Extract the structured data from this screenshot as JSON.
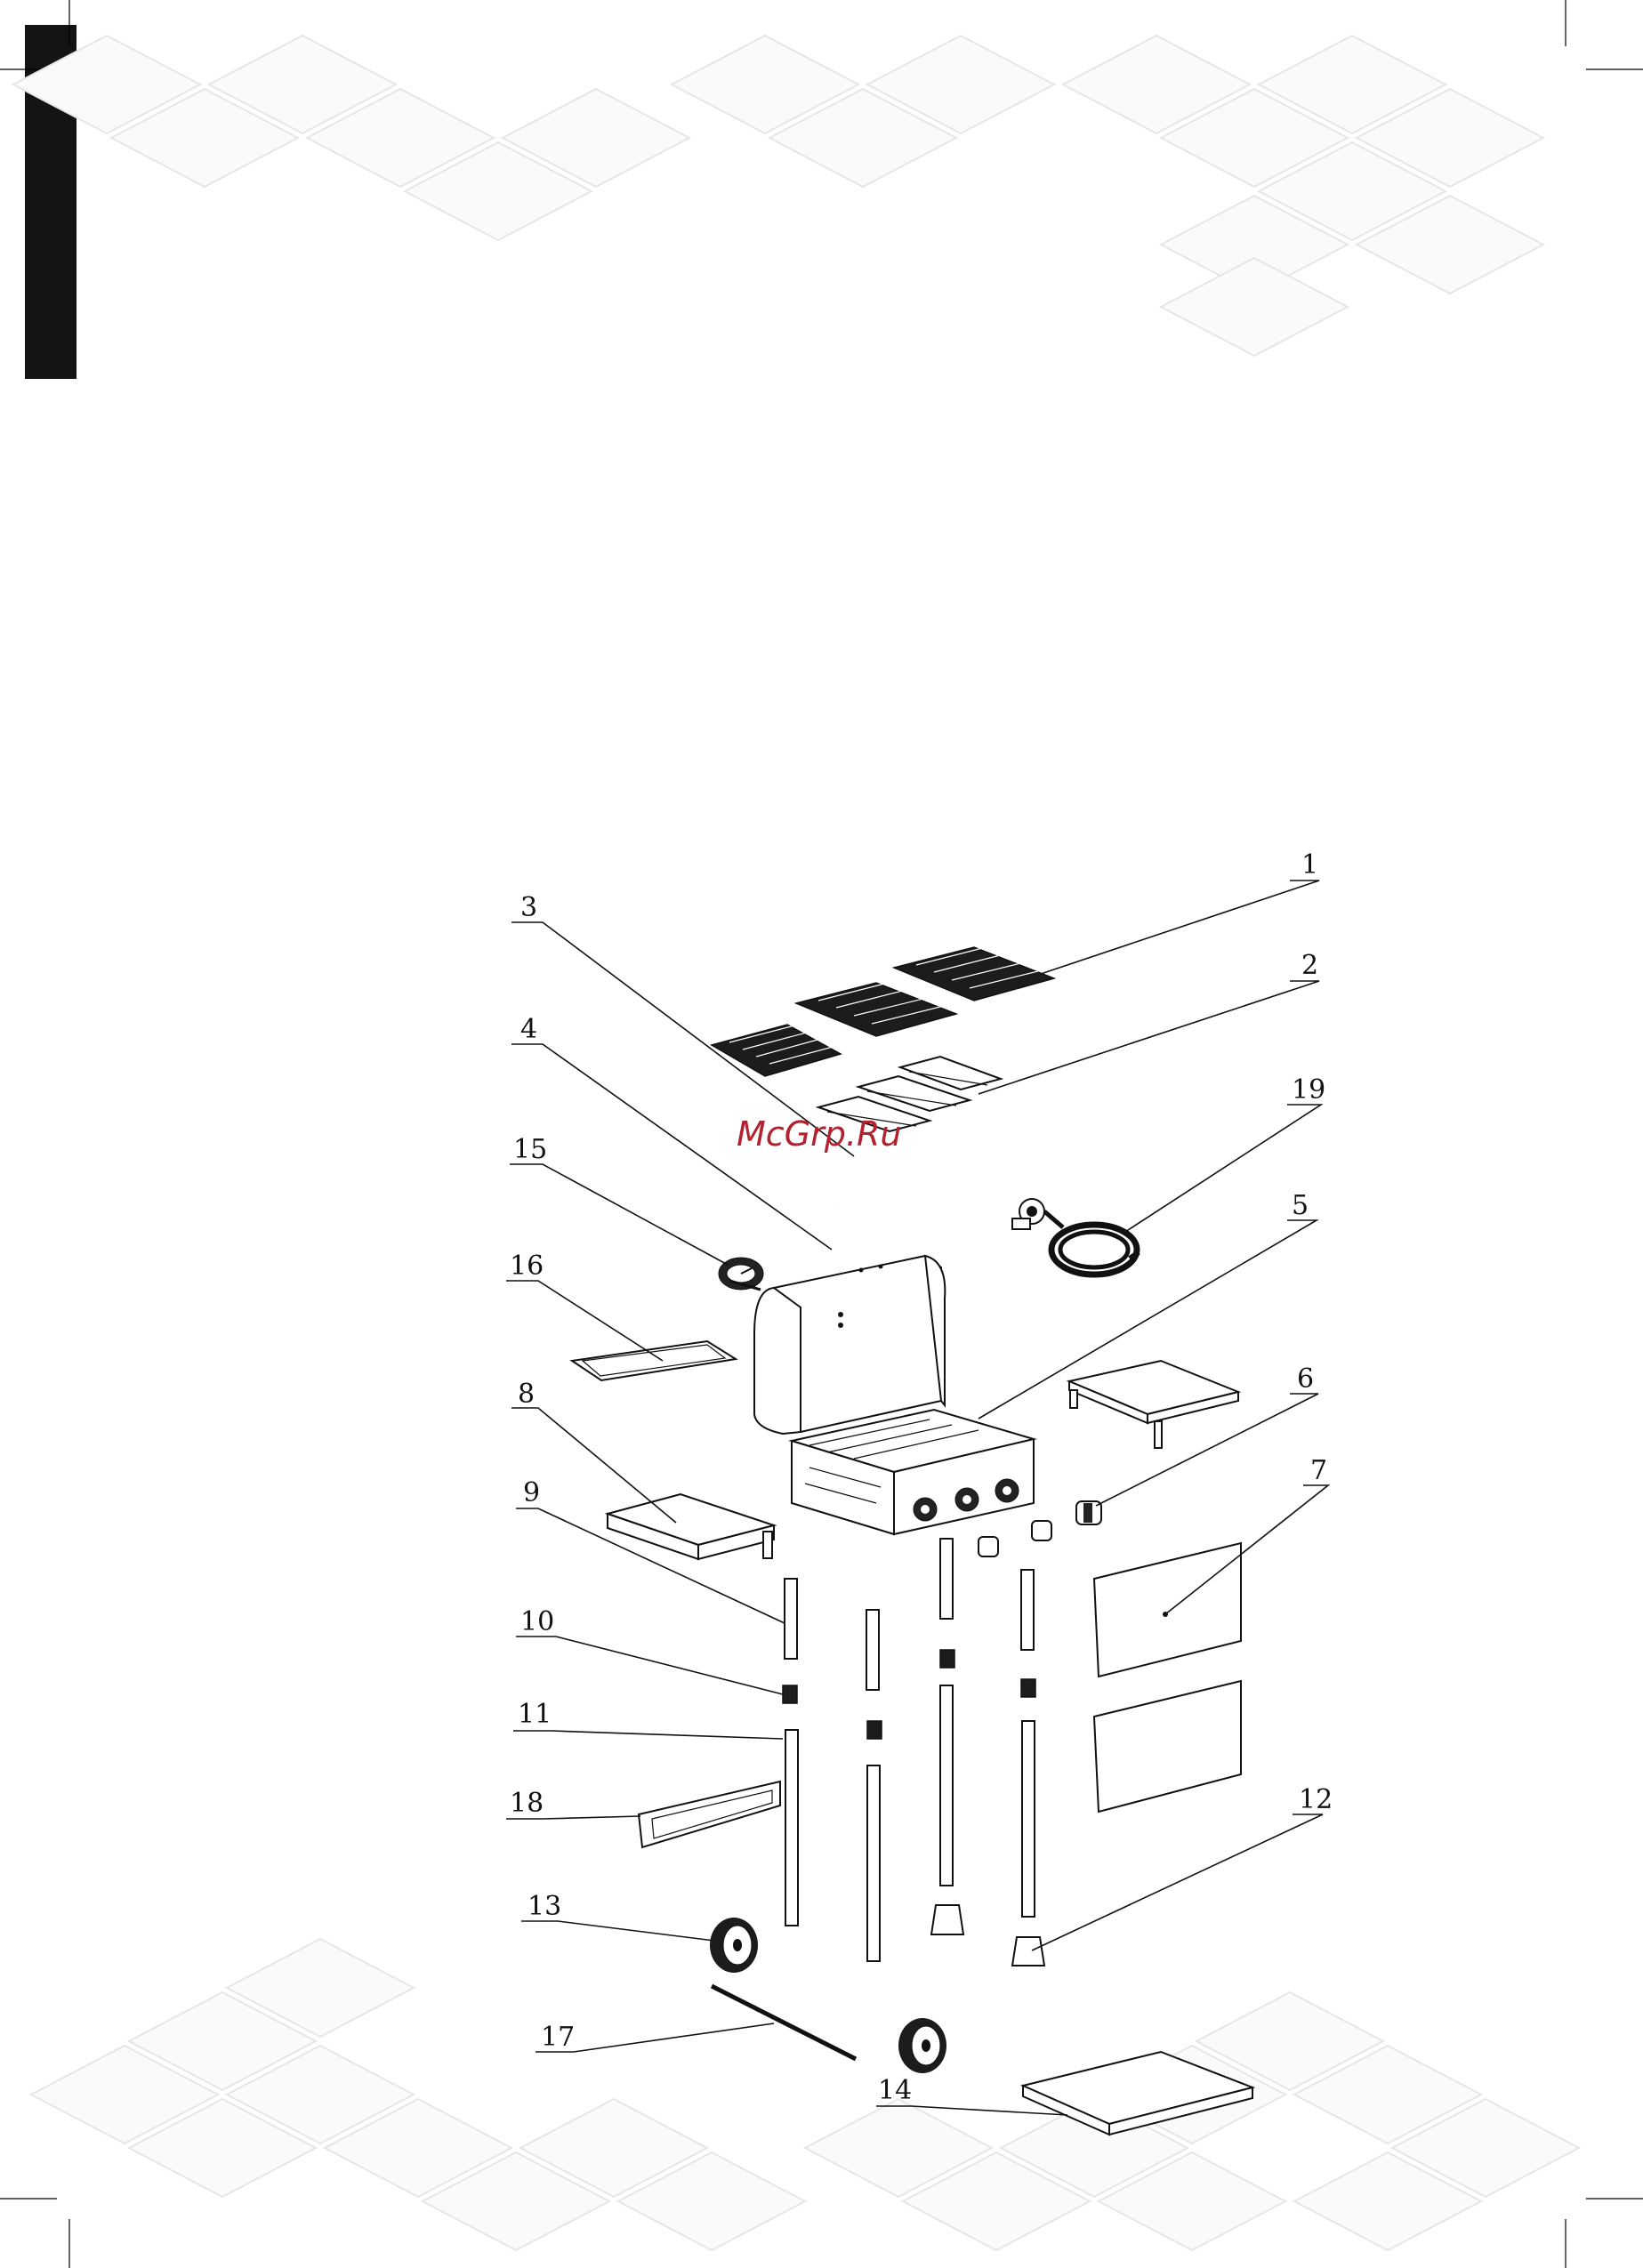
{
  "watermark": {
    "text": "McGrp.Ru",
    "color": "#b2222e"
  },
  "side_tab": {
    "color": "#141414"
  },
  "callouts": [
    {
      "number": "1"
    },
    {
      "number": "2"
    },
    {
      "number": "3"
    },
    {
      "number": "4"
    },
    {
      "number": "5"
    },
    {
      "number": "6"
    },
    {
      "number": "7"
    },
    {
      "number": "8"
    },
    {
      "number": "9"
    },
    {
      "number": "10"
    },
    {
      "number": "11"
    },
    {
      "number": "12"
    },
    {
      "number": "13"
    },
    {
      "number": "14"
    },
    {
      "number": "15"
    },
    {
      "number": "16"
    },
    {
      "number": "17"
    },
    {
      "number": "18"
    },
    {
      "number": "19"
    }
  ]
}
